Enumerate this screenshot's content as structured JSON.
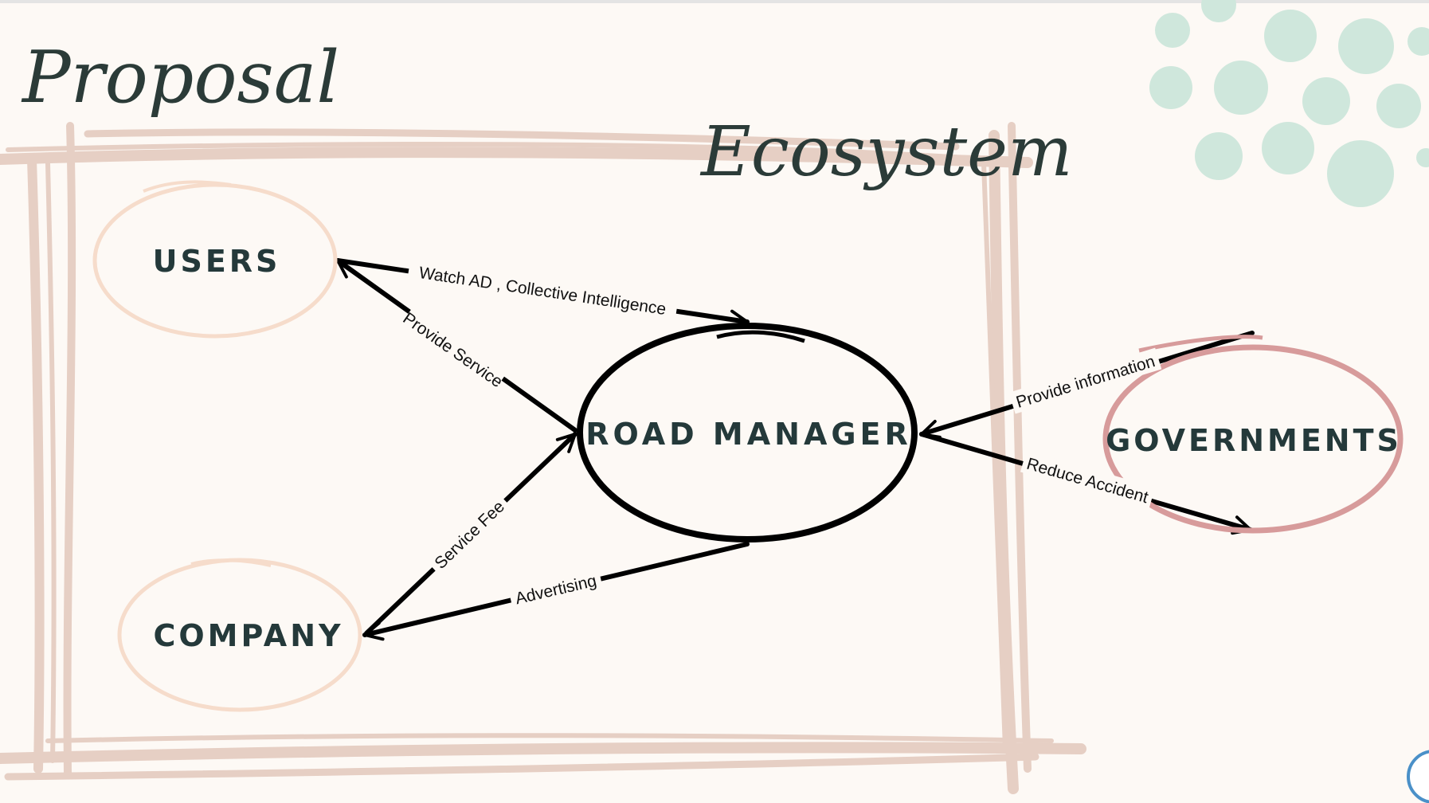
{
  "slide": {
    "heading": "Proposal",
    "subheading": "Ecosystem",
    "colors": {
      "background": "#fdf9f5",
      "frame": "#e6cfc4",
      "peripheral_node": "#f6dccb",
      "government_node": "#d79b9b",
      "central_node": "#000000",
      "decor_dots": "#cfe7dc",
      "text": "#24393a"
    }
  },
  "nodes": {
    "users": "USERS",
    "company": "COMPANY",
    "road_manager": "ROAD MANAGER",
    "governments": "GOVERNMENTS"
  },
  "edges": [
    {
      "from": "ROAD MANAGER",
      "to": "USERS",
      "label": "Provide Service"
    },
    {
      "from": "USERS",
      "to": "ROAD MANAGER",
      "label": "Watch AD , Collective Intelligence"
    },
    {
      "from": "COMPANY",
      "to": "ROAD MANAGER",
      "label": "Service Fee"
    },
    {
      "from": "ROAD MANAGER",
      "to": "COMPANY",
      "label": "Advertising"
    },
    {
      "from": "GOVERNMENTS",
      "to": "ROAD MANAGER",
      "label": "Provide information"
    },
    {
      "from": "ROAD MANAGER",
      "to": "GOVERNMENTS",
      "label": "Reduce Accident"
    }
  ]
}
